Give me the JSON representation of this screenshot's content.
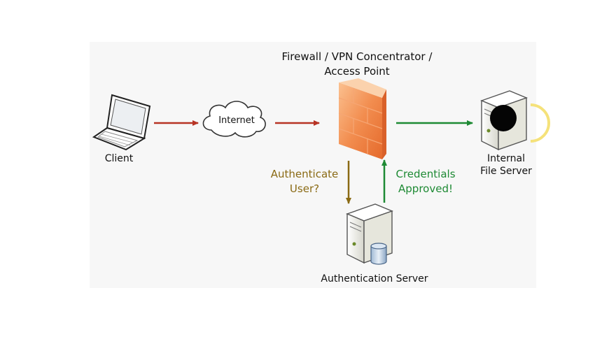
{
  "diagram": {
    "title_line1": "Firewall / VPN Concentrator /",
    "title_line2": "Access Point",
    "nodes": {
      "client": "Client",
      "internet": "Internet",
      "file_server_line1": "Internal",
      "file_server_line2": "File Server",
      "auth_server": "Authentication Server"
    },
    "edges": {
      "authenticate_line1": "Authenticate",
      "authenticate_line2": "User?",
      "credentials_line1": "Credentials",
      "credentials_line2": "Approved!"
    },
    "colors": {
      "red_arrow": "#b73324",
      "green_arrow": "#1e8a34",
      "brown_arrow": "#8a6a14",
      "firewall": "#f08a4b",
      "panel": "#f7f7f7"
    }
  }
}
